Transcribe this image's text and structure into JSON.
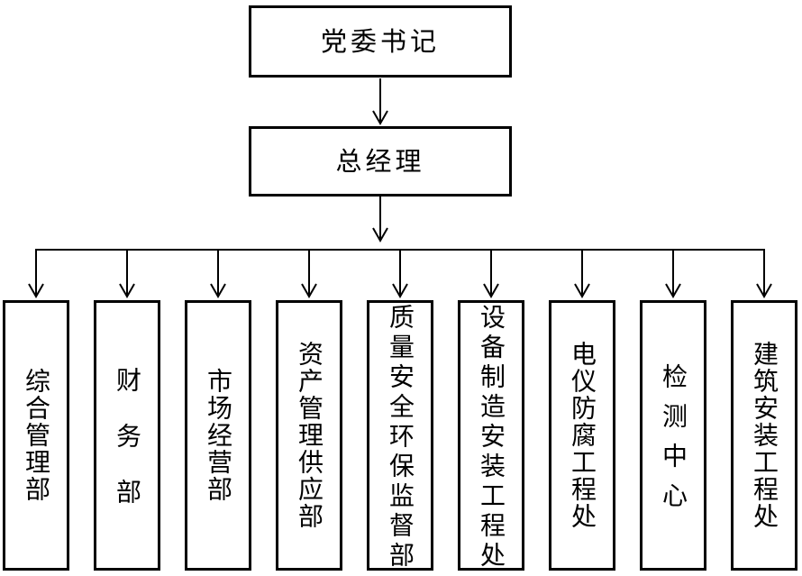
{
  "org_chart": {
    "level1": {
      "label": "党委书记"
    },
    "level2": {
      "label": "总经理"
    },
    "departments": [
      {
        "label": "综合管理部"
      },
      {
        "label": "财务部"
      },
      {
        "label": "市场经营部"
      },
      {
        "label": "资产管理供应部"
      },
      {
        "label": "质量安全环保监督部"
      },
      {
        "label": "设备制造安装工程处"
      },
      {
        "label": "电仪防腐工程处"
      },
      {
        "label": "检测中心"
      },
      {
        "label": "建筑安装工程处"
      }
    ],
    "colors": {
      "background": "#ffffff",
      "line": "#000000",
      "box_border": "#000000",
      "text": "#000000"
    }
  }
}
